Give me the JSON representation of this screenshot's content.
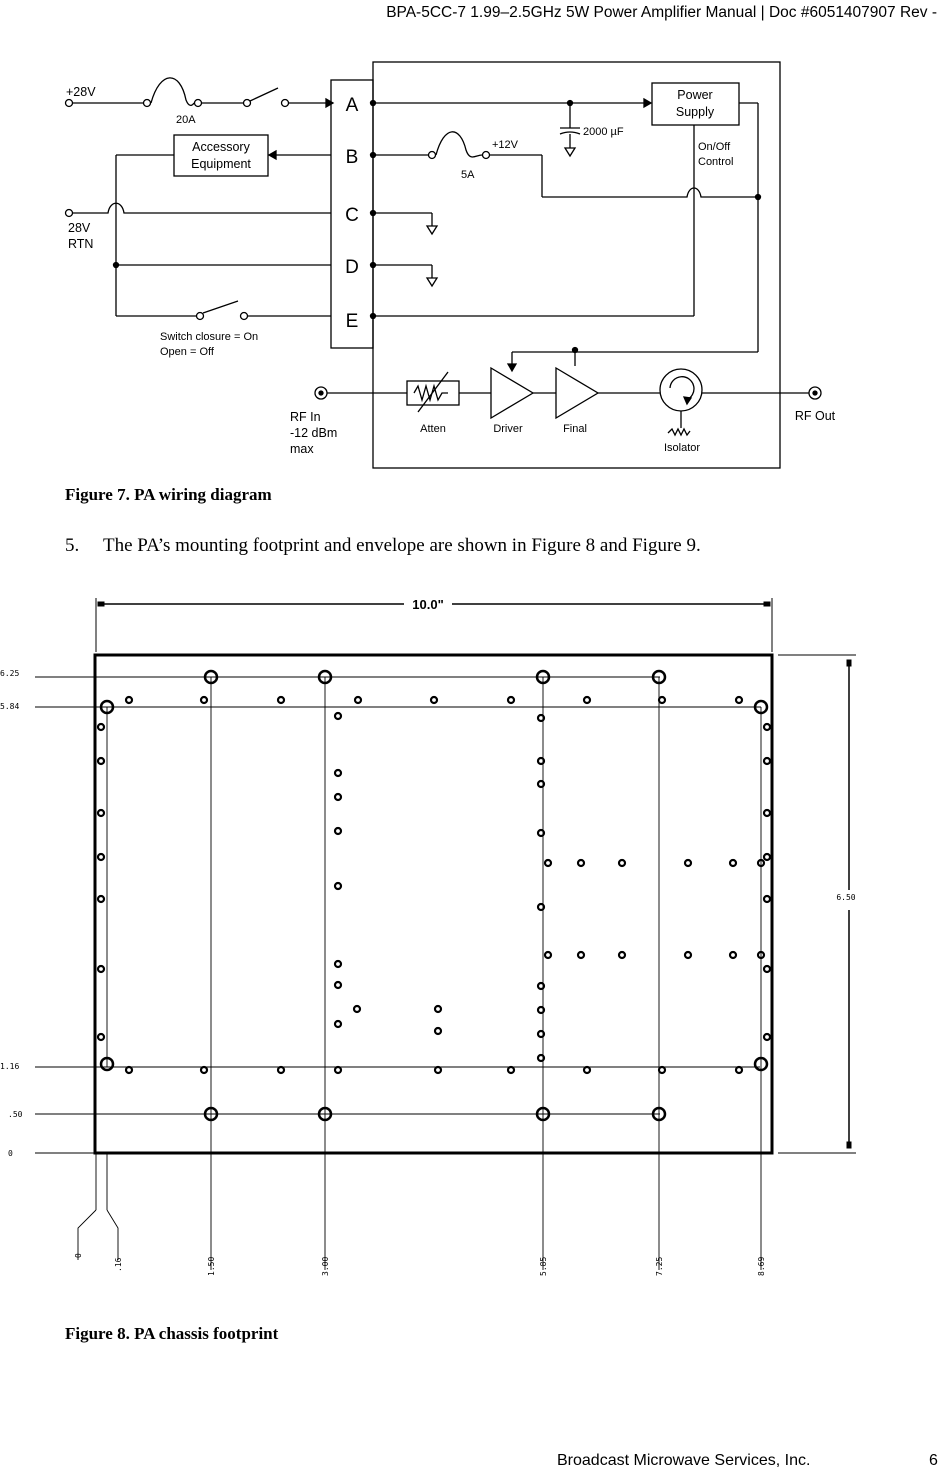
{
  "header": {
    "text": "BPA-5CC-7 1.99–2.5GHz 5W Power Amplifier Manual | Doc #6051407907 Rev -"
  },
  "figure7": {
    "caption": "Figure 7. PA wiring diagram",
    "labels": {
      "v28": "+28V",
      "fuse20": "20A",
      "accessory1": "Accessory",
      "accessory2": "Equipment",
      "rtn1": "28V",
      "rtn2": "RTN",
      "pinA": "A",
      "pinB": "B",
      "pinC": "C",
      "pinD": "D",
      "pinE": "E",
      "v12": "+12V",
      "fuse5": "5A",
      "cap": "2000 µF",
      "ps1": "Power",
      "ps2": "Supply",
      "onoff1": "On/Off",
      "onoff2": "Control",
      "sw1": "Switch closure = On",
      "sw2": "Open = Off",
      "rfin1": "RF In",
      "rfin2": "-12 dBm",
      "rfin3": "max",
      "atten": "Atten",
      "driver": "Driver",
      "final": "Final",
      "isolator": "Isolator",
      "rfout": "RF Out"
    }
  },
  "paragraph": {
    "number": "5.",
    "text": "The PA’s mounting footprint and envelope are shown in Figure 8 and Figure 9."
  },
  "figure8": {
    "caption": "Figure 8. PA chassis footprint",
    "width_label": "10.0\"",
    "height_label": "6.50",
    "y_labels": [
      "6.25",
      "5.84",
      "1.16",
      ".50",
      "0"
    ],
    "x_labels": [
      "0",
      ".16",
      "1.50",
      "3.00",
      "5.85",
      "7.25",
      "8.69"
    ]
  },
  "footer": {
    "company": "Broadcast Microwave Services, Inc.",
    "page": "6"
  }
}
